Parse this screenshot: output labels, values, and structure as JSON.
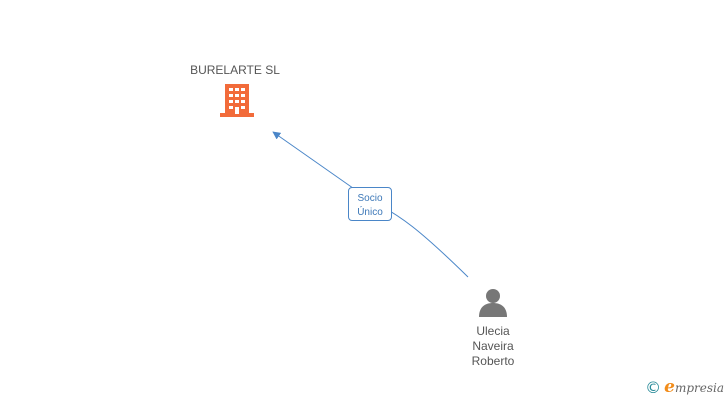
{
  "diagram": {
    "company": {
      "name": "BURELARTE SL",
      "icon": "building-icon",
      "color": "#f26b3a"
    },
    "person": {
      "name_lines": [
        "Ulecia",
        "Naveira",
        "Roberto"
      ],
      "icon": "person-icon",
      "color": "#777777"
    },
    "relation": {
      "label_lines": [
        "Socio",
        "Único"
      ],
      "color": "#4a86c8"
    }
  },
  "brand": {
    "copyright": "©",
    "logo_initial": "e",
    "logo_rest": "mpresia"
  }
}
